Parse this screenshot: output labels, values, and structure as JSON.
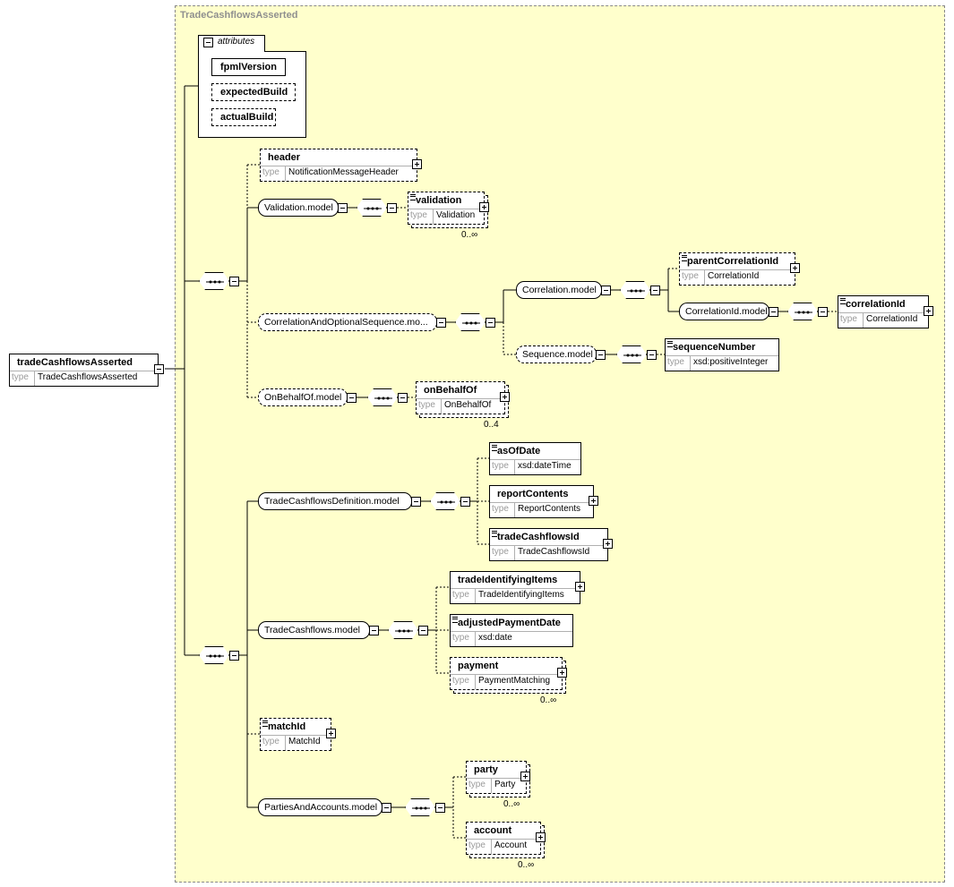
{
  "diagram": {
    "frame_title": "TradeCashflowsAsserted",
    "root": {
      "name": "tradeCashflowsAsserted",
      "type_kw": "type",
      "type": "TradeCashflowsAsserted"
    },
    "attributes": {
      "tab_label": "attributes",
      "items": [
        "fpmlVersion",
        "expectedBuild",
        "actualBuild"
      ]
    },
    "groups": {
      "validation": "Validation.model",
      "correlation_seq": "CorrelationAndOptionalSequence.mo...",
      "correlation": "Correlation.model",
      "correlation_id": "CorrelationId.model",
      "sequence": "Sequence.model",
      "on_behalf_of": "OnBehalfOf.model",
      "definition": "TradeCashflowsDefinition.model",
      "cashflows": "TradeCashflows.model",
      "parties": "PartiesAndAccounts.model"
    },
    "elements": {
      "header": {
        "name": "header",
        "type": "NotificationMessageHeader"
      },
      "validation": {
        "name": "validation",
        "type": "Validation",
        "card": "0..∞"
      },
      "parentCorrelationId": {
        "name": "parentCorrelationId",
        "type": "CorrelationId"
      },
      "correlationId": {
        "name": "correlationId",
        "type": "CorrelationId"
      },
      "sequenceNumber": {
        "name": "sequenceNumber",
        "type": "xsd:positiveInteger"
      },
      "onBehalfOf": {
        "name": "onBehalfOf",
        "type": "OnBehalfOf",
        "card": "0..4"
      },
      "asOfDate": {
        "name": "asOfDate",
        "type": "xsd:dateTime"
      },
      "reportContents": {
        "name": "reportContents",
        "type": "ReportContents"
      },
      "tradeCashflowsId": {
        "name": "tradeCashflowsId",
        "type": "TradeCashflowsId"
      },
      "tradeIdentifyingItems": {
        "name": "tradeIdentifyingItems",
        "type": "TradeIdentifyingItems"
      },
      "adjustedPaymentDate": {
        "name": "adjustedPaymentDate",
        "type": "xsd:date"
      },
      "payment": {
        "name": "payment",
        "type": "PaymentMatching",
        "card": "0..∞"
      },
      "matchId": {
        "name": "matchId",
        "type": "MatchId"
      },
      "party": {
        "name": "party",
        "type": "Party",
        "card": "0..∞"
      },
      "account": {
        "name": "account",
        "type": "Account",
        "card": "0..∞"
      }
    },
    "type_kw": "type"
  }
}
